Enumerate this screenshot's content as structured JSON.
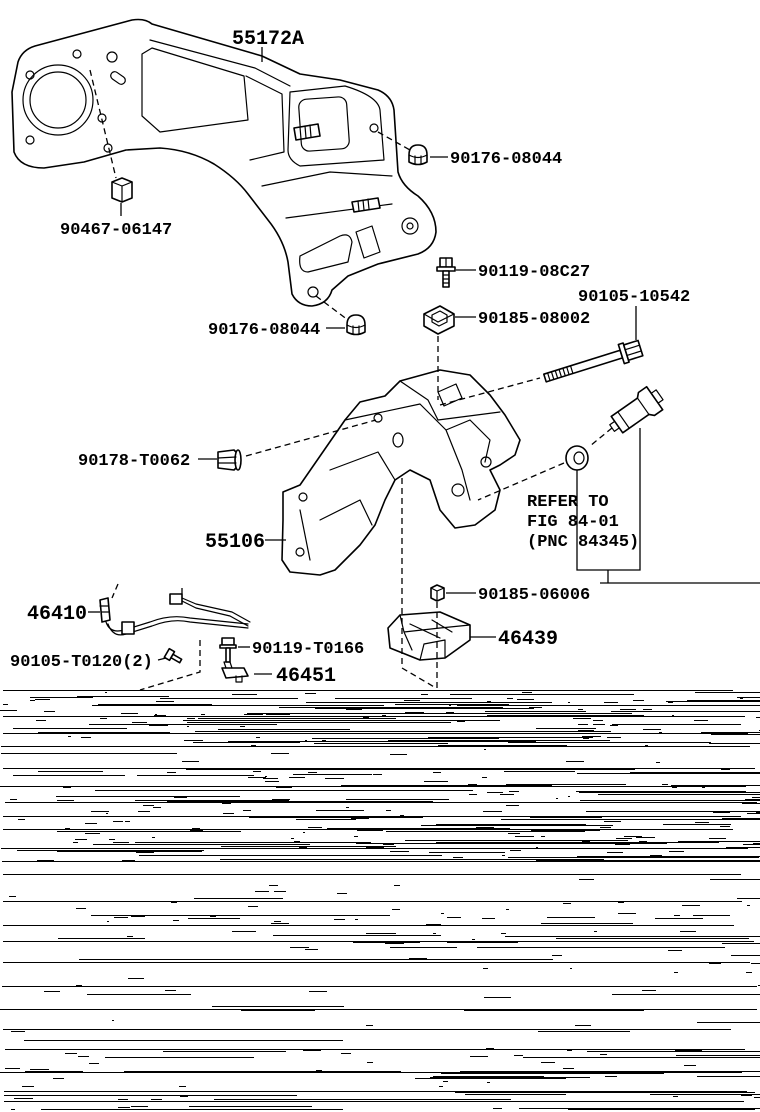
{
  "labels": {
    "bracket_upper": "55172A",
    "nut_upper_right": "90176-08044",
    "clip_upper_left": "90467-06147",
    "bolt_flange_upper": "90119-08C27",
    "bolt_long": "90105-10542",
    "nut_cage": "90185-08002",
    "nut_lower_left": "90176-08044",
    "nut_flange": "90178-T0062",
    "bracket_pedal": "55106",
    "clip_lower": "90185-06006",
    "sensor_cable": "46410",
    "bolt_small": "90119-T0166",
    "cover": "46439",
    "bolt_sensor": "90105-T0120(2)",
    "clamp": "46451"
  },
  "reference_note": [
    "REFER TO",
    "FIG 84-01",
    "(PNC 84345)"
  ],
  "colors": {
    "ink": "#000000",
    "paper": "#ffffff"
  }
}
